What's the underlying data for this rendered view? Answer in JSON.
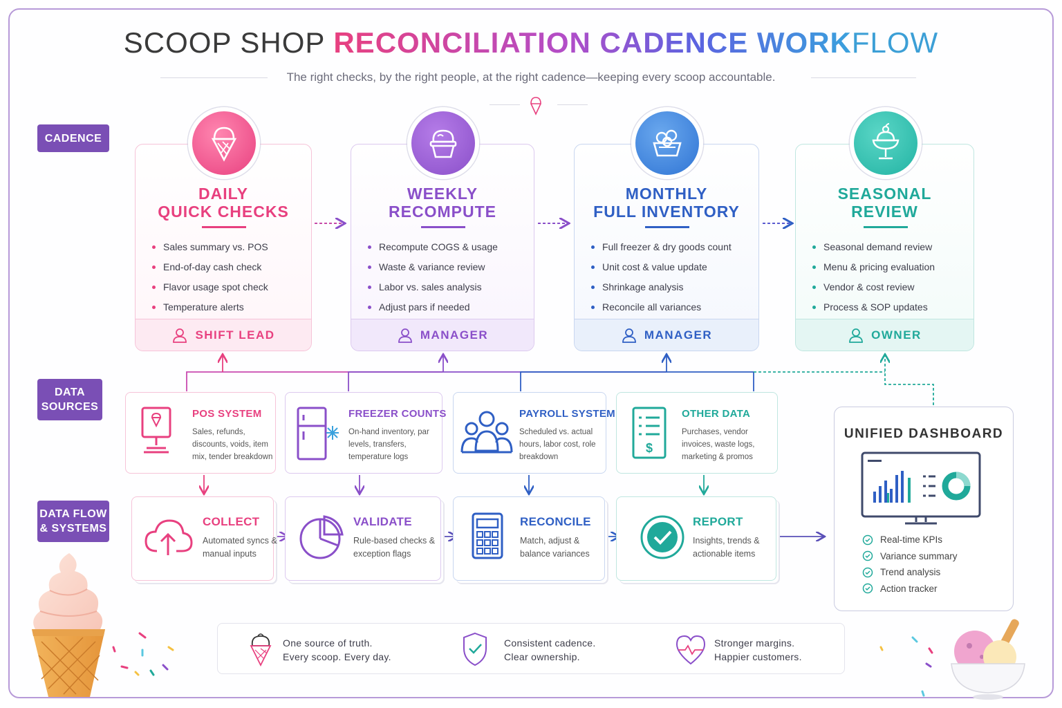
{
  "title": {
    "part1": "SCOOP SHOP ",
    "part2": "RECONCILIATION CADENCE WORK",
    "part3": "FLOW"
  },
  "subtitle": "The right checks, by the right people, at the right cadence—keeping every scoop accountable.",
  "side_labels": {
    "cadence": "CADENCE",
    "data_sources": "DATA\nSOURCES",
    "data_flow": "DATA FLOW\n& SYSTEMS"
  },
  "cadence_cards": [
    {
      "title": "DAILY\nQUICK CHECKS",
      "items": [
        "Sales summary vs. POS",
        "End-of-day cash check",
        "Flavor usage spot check",
        "Temperature alerts"
      ],
      "owner": "SHIFT LEAD",
      "color": "#e8407f",
      "icon": "ice-cream-cone-icon"
    },
    {
      "title": "WEEKLY\nRECOMPUTE",
      "items": [
        "Recompute COGS & usage",
        "Waste & variance review",
        "Labor vs. sales analysis",
        "Adjust pars if needed"
      ],
      "owner": "MANAGER",
      "color": "#8a4fc9",
      "icon": "cupcake-icon"
    },
    {
      "title": "MONTHLY\nFULL INVENTORY",
      "items": [
        "Full freezer & dry goods count",
        "Unit cost & value update",
        "Shrinkage analysis",
        "Reconcile all variances"
      ],
      "owner": "MANAGER",
      "color": "#2f5fc4",
      "icon": "ice-cream-tub-icon"
    },
    {
      "title": "SEASONAL\nREVIEW",
      "items": [
        "Seasonal demand review",
        "Menu & pricing evaluation",
        "Vendor & cost review",
        "Process & SOP updates"
      ],
      "owner": "OWNER",
      "color": "#20a99a",
      "icon": "sundae-icon"
    }
  ],
  "data_sources": [
    {
      "title": "POS SYSTEM",
      "desc": "Sales, refunds, discounts, voids, item mix, tender breakdown",
      "color": "#e8407f",
      "icon": "pos-terminal-icon"
    },
    {
      "title": "FREEZER COUNTS",
      "desc": "On-hand inventory, par levels, transfers, temperature logs",
      "color": "#8a4fc9",
      "icon": "freezer-icon"
    },
    {
      "title": "PAYROLL SYSTEM",
      "desc": "Scheduled vs. actual hours, labor cost, role breakdown",
      "color": "#2f5fc4",
      "icon": "team-icon"
    },
    {
      "title": "OTHER DATA",
      "desc": "Purchases, vendor invoices, waste logs, marketing & promos",
      "color": "#20a99a",
      "icon": "invoice-icon"
    }
  ],
  "data_flow": [
    {
      "title": "COLLECT",
      "desc": "Automated syncs & manual inputs",
      "color": "#e8407f",
      "icon": "cloud-upload-icon"
    },
    {
      "title": "VALIDATE",
      "desc": "Rule-based checks & exception flags",
      "color": "#8a4fc9",
      "icon": "pie-chart-icon"
    },
    {
      "title": "RECONCILE",
      "desc": "Match, adjust & balance variances",
      "color": "#2f5fc4",
      "icon": "calculator-icon"
    },
    {
      "title": "REPORT",
      "desc": "Insights, trends & actionable items",
      "color": "#20a99a",
      "icon": "check-circle-icon"
    }
  ],
  "dashboard": {
    "title": "UNIFIED DASHBOARD",
    "items": [
      "Real-time KPIs",
      "Variance summary",
      "Trend analysis",
      "Action tracker"
    ]
  },
  "footer": [
    {
      "line1": "One source of truth.",
      "line2": "Every scoop. Every day.",
      "icon": "ice-cream-cone-icon"
    },
    {
      "line1": "Consistent cadence.",
      "line2": "Clear ownership.",
      "icon": "shield-check-icon"
    },
    {
      "line1": "Stronger margins.",
      "line2": "Happier customers.",
      "icon": "heart-icon"
    }
  ]
}
